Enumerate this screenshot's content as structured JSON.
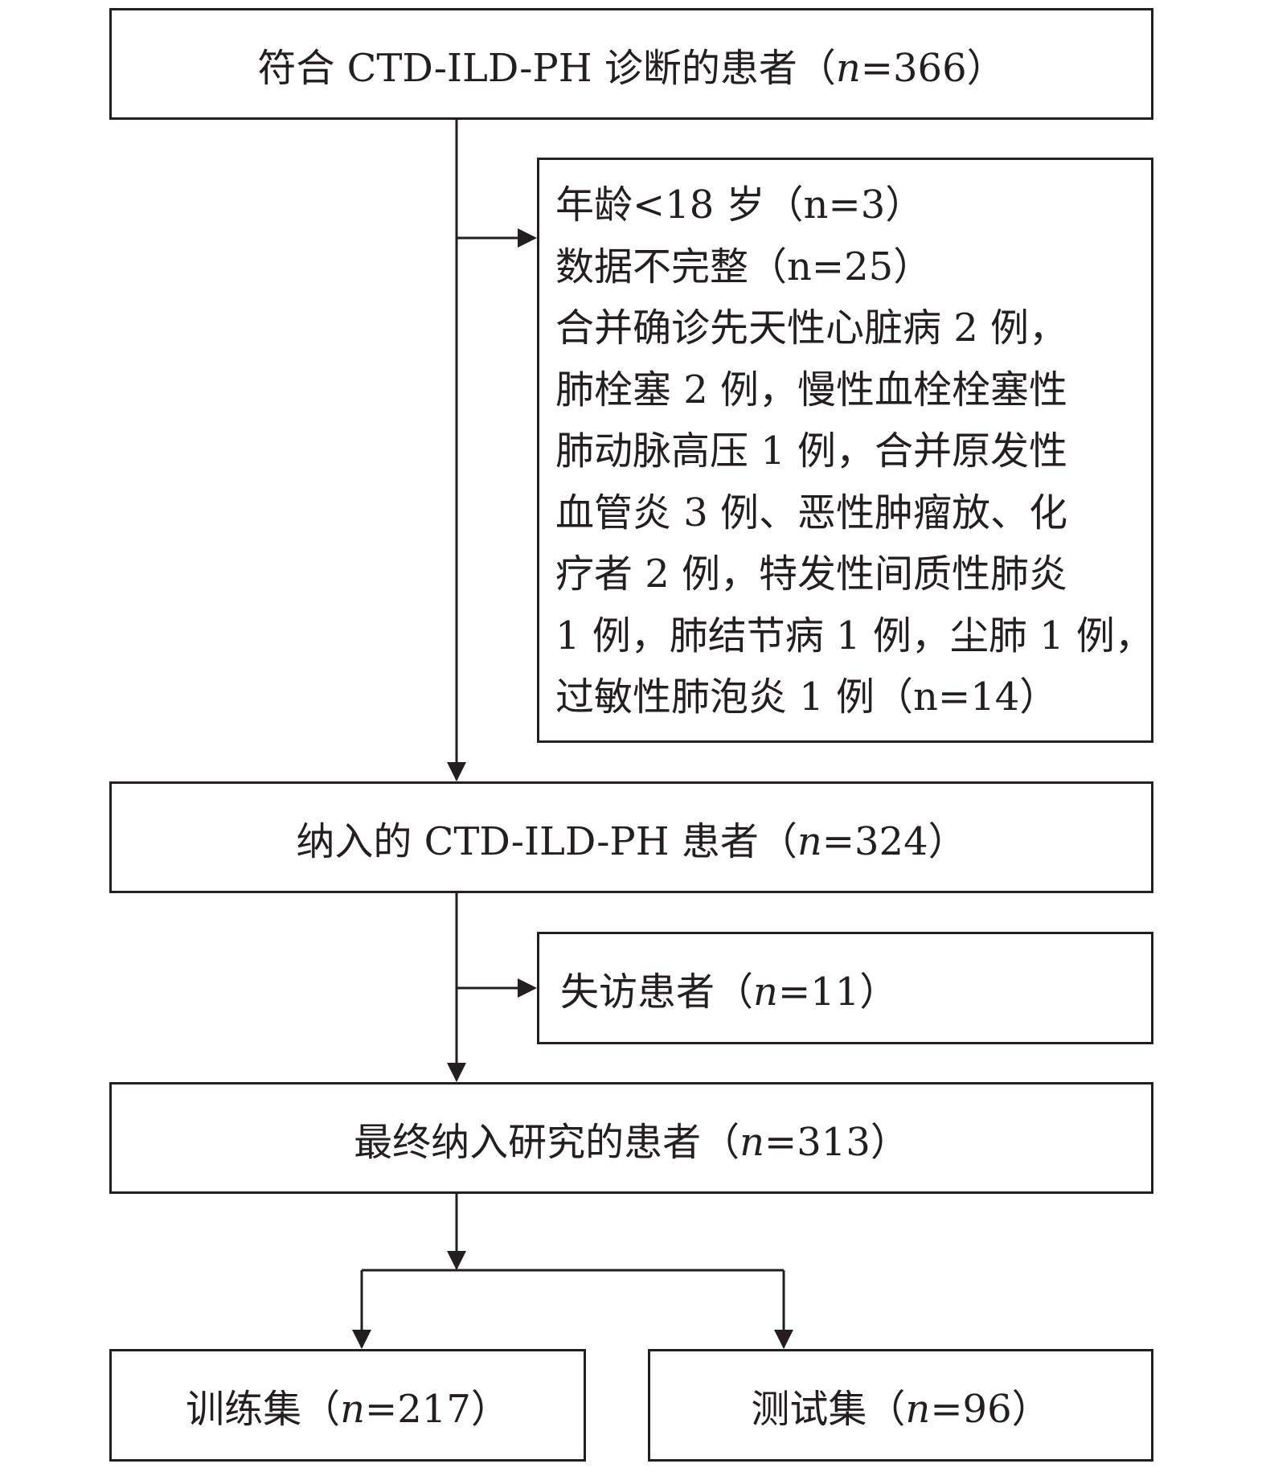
{
  "boxes": {
    "eligible": {
      "text": "符合 CTD-ILD-PH 诊断的患者（",
      "var": "n",
      "rest": "=366）"
    },
    "excluded1": {
      "lines": [
        "年龄<18 岁（n=3）",
        "数据不完整（n=25）",
        "合并确诊先天性心脏病 2 例，",
        "肺栓塞 2 例，慢性血栓栓塞性",
        "肺动脉高压 1 例，合并原发性",
        "血管炎 3 例、恶性肿瘤放、化",
        "疗者 2 例，特发性间质性肺炎",
        "1 例，肺结节病 1 例，尘肺 1 例，",
        "过敏性肺泡炎 1 例（n=14）"
      ]
    },
    "included": {
      "text": "纳入的 CTD-ILD-PH 患者（",
      "var": "n",
      "rest": "=324）"
    },
    "lost": {
      "text": "失访患者（",
      "var": "n",
      "rest": "=11）"
    },
    "final": {
      "text": "最终纳入研究的患者（",
      "var": "n",
      "rest": "=313）"
    },
    "training": {
      "text": "训练集（",
      "var": "n",
      "rest": "=217）"
    },
    "test": {
      "text": "测试集（",
      "var": "n",
      "rest": "=96）"
    }
  },
  "colors": {
    "stroke": "#231f20",
    "background": "#ffffff"
  }
}
